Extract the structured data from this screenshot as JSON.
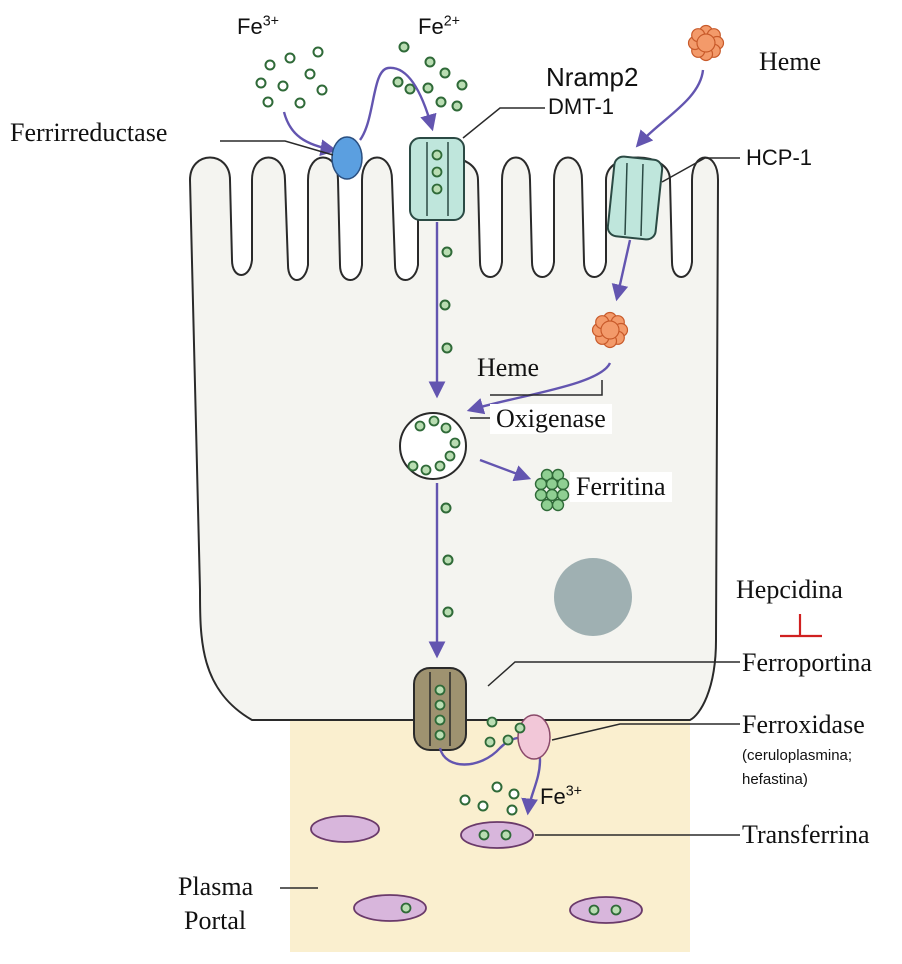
{
  "labels": {
    "fe3_top": {
      "base": "Fe",
      "sup": "3+"
    },
    "fe2_top": {
      "base": "Fe",
      "sup": "2+"
    },
    "fe3_bottom": {
      "base": "Fe",
      "sup": "3+"
    },
    "nramp2": "Nramp2",
    "dmt1": "DMT-1",
    "heme_top": "Heme",
    "hcp1": "HCP-1",
    "ferrireductase": "Ferrirreductase",
    "heme_mid": "Heme",
    "oxigenase": "Oxigenase",
    "ferritina": "Ferritina",
    "hepcidina": "Hepcidina",
    "ferroportina": "Ferroportina",
    "ferroxidase": "Ferroxidase",
    "ferroxidase_note_1": "(ceruloplasmina;",
    "ferroxidase_note_2": "hefastina)",
    "transferrina": "Transferrina",
    "plasma": "Plasma",
    "portal": "Portal"
  },
  "colors": {
    "cell_fill": "#f4f4f0",
    "cell_outline": "#2a2a2a",
    "plasma_fill": "#faefcf",
    "iron_fill": "#b9ddb2",
    "iron_stroke": "#2f6a38",
    "arrow": "#6355b0",
    "transporter_fill": "#bfe6dc",
    "transporter_stroke": "#2b4a44",
    "ferroportin_fill": "#9e9270",
    "ferroxidase_fill": "#f2c7d8",
    "reductase_fill": "#5b9fe0",
    "heme_fill": "#f39a6a",
    "transferrin_fill": "#d8b6dc",
    "nucleus_fill": "#9fb0b2",
    "inhibitor": "#d02020"
  },
  "icons": [
    "heme-icon",
    "ferritin-cluster-icon",
    "iron-ion-dots",
    "transporter-channel"
  ]
}
